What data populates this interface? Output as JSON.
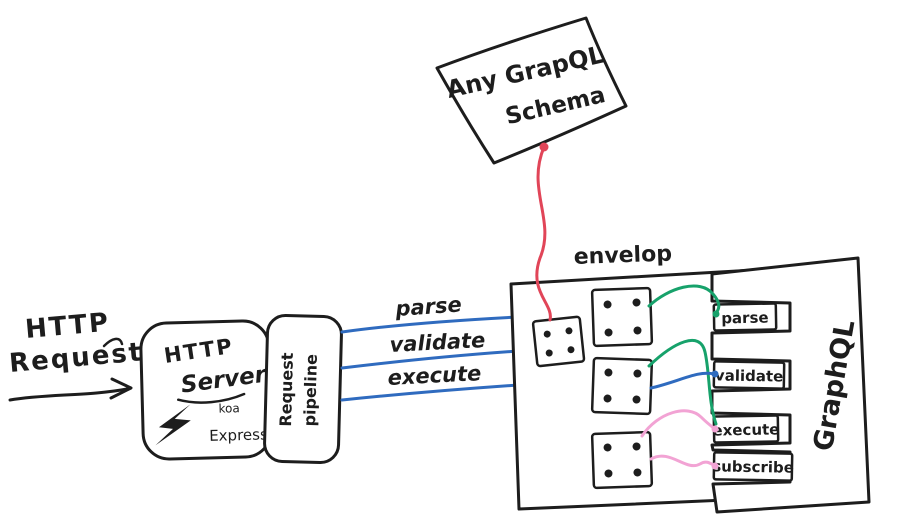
{
  "colors": {
    "ink": "#1d1d1d",
    "blue": "#2f6bbf",
    "navy": "#31506e",
    "red": "#e14558",
    "green": "#17a26b",
    "pink": "#f2a3d4",
    "grey": "#b5b5b5"
  },
  "http_request": {
    "line1": "HTTP",
    "line2": "Request"
  },
  "server": {
    "title1": "HTTP",
    "title2": "Server",
    "koa": "koa",
    "express": "Express"
  },
  "pipeline": {
    "word1": "Request",
    "word2": "pipeline"
  },
  "hook_lines": {
    "parse": "parse",
    "validate": "validate",
    "execute": "execute"
  },
  "envelop": {
    "label": "envelop"
  },
  "schema": {
    "line1": "Any GrapQL",
    "line2": "Schema"
  },
  "graphql": {
    "label": "GraphQL"
  },
  "tabs": {
    "parse": "parse",
    "validate": "validate",
    "execute": "execute",
    "subscribe": "subscribe"
  }
}
